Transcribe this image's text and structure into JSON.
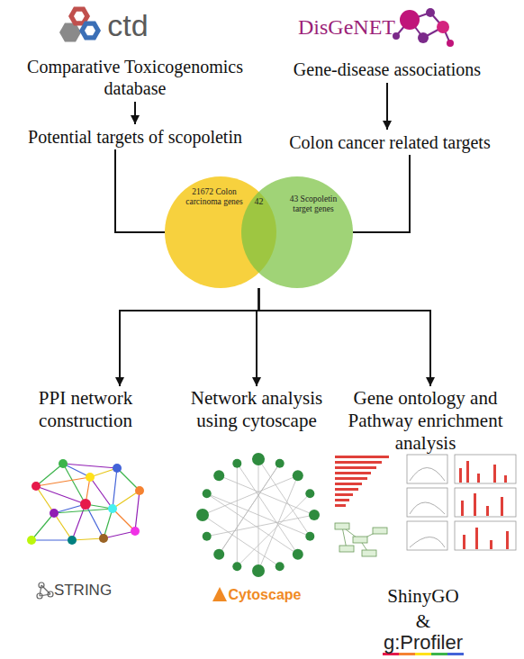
{
  "diagram": {
    "nodes": [
      {
        "text": [
          "Comparative Toxicogenomics database"
        ]
      },
      {
        "text": [
          "Gene-disease associations"
        ]
      },
      {
        "text": [
          "Potential targets of scopoletin"
        ]
      },
      {
        "text": [
          "Colon cancer related targets"
        ]
      },
      {
        "text": [
          "21672 Colon carcinoma genes"
        ]
      },
      {
        "text": [
          "42"
        ]
      },
      {
        "text": [
          "43 Scopoletin target genes"
        ]
      },
      {
        "text": [
          "PPI network construction"
        ]
      },
      {
        "text": [
          "Network analysis using cytoscape"
        ]
      },
      {
        "text": [
          "Gene ontology and Pathway enrichment analysis"
        ]
      }
    ],
    "edges": [
      {
        "from": 0,
        "to": 2,
        "arrow": "to"
      },
      {
        "from": 1,
        "to": 3,
        "arrow": "to"
      },
      {
        "from": 2,
        "to": 4,
        "arrow": "none"
      },
      {
        "from": 3,
        "to": 6,
        "arrow": "none"
      },
      {
        "from": 5,
        "to": 7,
        "arrow": "to"
      },
      {
        "from": 5,
        "to": 8,
        "arrow": "to"
      },
      {
        "from": 5,
        "to": 9,
        "arrow": "to"
      }
    ],
    "labels": [
      "ctd",
      "DisGeNET",
      "STRING",
      "Cytoscape",
      "ShinyGO",
      "&",
      "g:Profiler"
    ]
  }
}
